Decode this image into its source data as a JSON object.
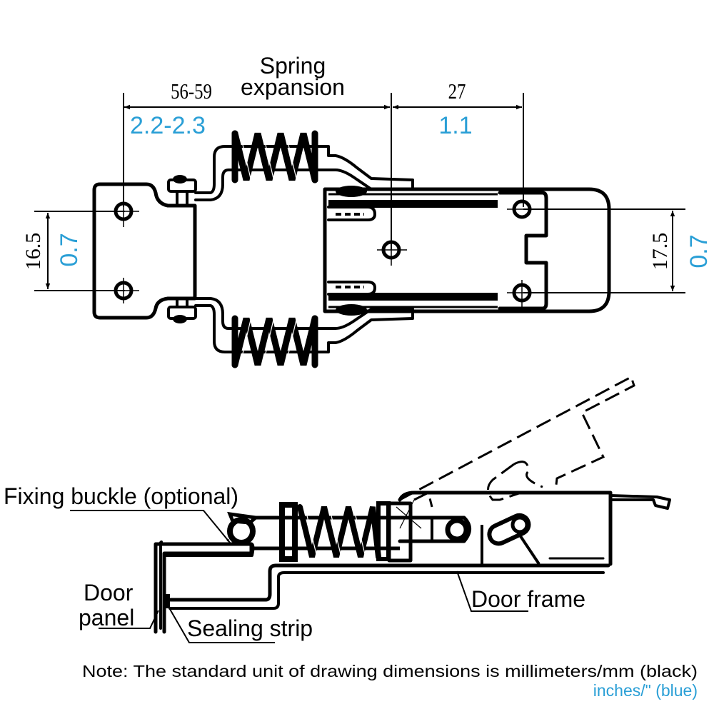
{
  "colors": {
    "ink": "#000000",
    "inch_blue": "#2a9fd6",
    "background": "#ffffff"
  },
  "top_view": {
    "dims": {
      "spring_label_line1": "Spring",
      "spring_label_line2": "expansion",
      "overall_mm": "56-59",
      "overall_in": "2.2-2.3",
      "right_mm": "27",
      "right_in": "1.1",
      "left_height_mm": "16.5",
      "left_height_in": "0.7",
      "right_height_mm": "17.5",
      "right_height_in": "0.7"
    }
  },
  "side_view": {
    "labels": {
      "fixing_buckle": "Fixing buckle (optional)",
      "door_panel_line1": "Door",
      "door_panel_line2": "panel",
      "sealing_strip": "Sealing strip",
      "door_frame": "Door frame"
    }
  },
  "note": {
    "line1": "Note: The standard unit of drawing dimensions is millimeters/mm (black)",
    "line2": "inches/\" (blue)"
  }
}
